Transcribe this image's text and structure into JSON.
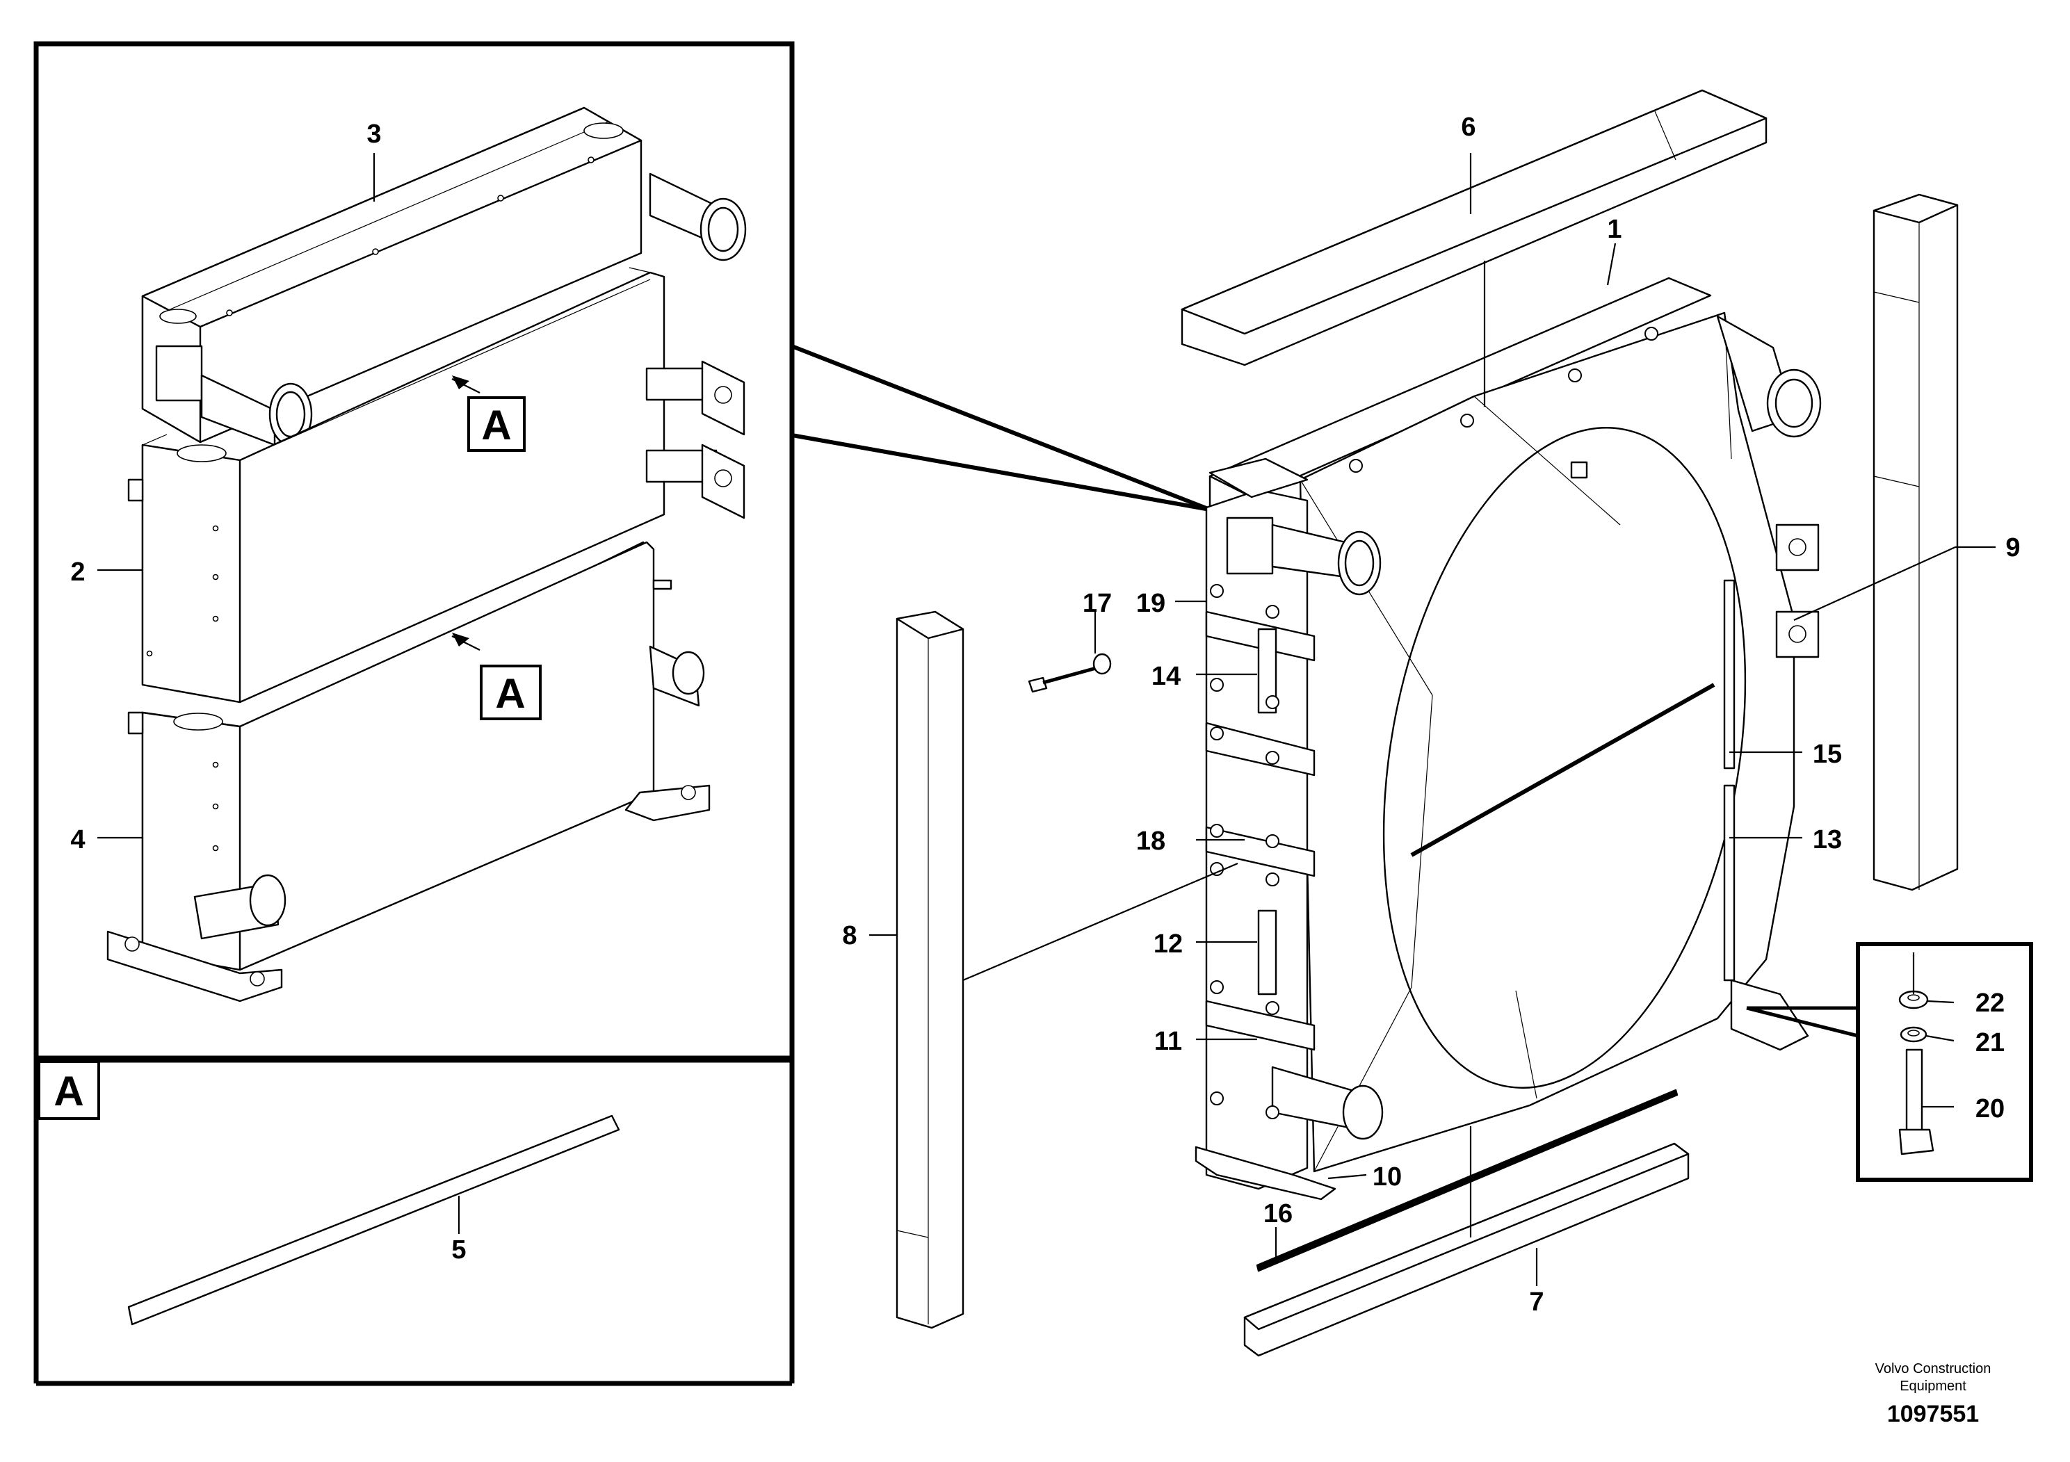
{
  "labels": {
    "p1": "1",
    "p2": "2",
    "p3": "3",
    "p4": "4",
    "p5": "5",
    "p6": "6",
    "p7": "7",
    "p8": "8",
    "p9": "9",
    "p10": "10",
    "p11": "11",
    "p12": "12",
    "p13": "13",
    "p14": "14",
    "p15": "15",
    "p16": "16",
    "p17": "17",
    "p18": "18",
    "p19": "19",
    "p20": "20",
    "p21": "21",
    "p22": "22"
  },
  "detail_tag": "A",
  "footer": {
    "brand_line1": "Volvo Construction",
    "brand_line2": "Equipment",
    "doc_number": "1097551"
  }
}
